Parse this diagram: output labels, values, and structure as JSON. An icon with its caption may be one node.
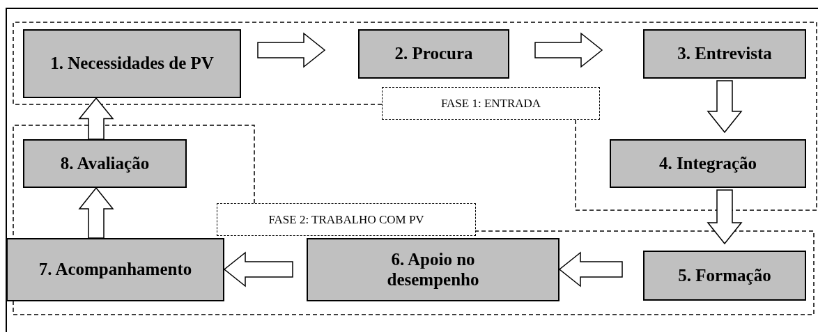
{
  "diagram": {
    "nodes": [
      {
        "text": [
          "1. Necessidades de PV"
        ]
      },
      {
        "text": [
          "2. Procura"
        ]
      },
      {
        "text": [
          "3. Entrevista"
        ]
      },
      {
        "text": [
          "4. Integração"
        ]
      },
      {
        "text": [
          "5. Formação"
        ]
      },
      {
        "text": [
          "6. Apoio no desempenho"
        ]
      },
      {
        "text": [
          "7. Acompanhamento"
        ]
      },
      {
        "text": [
          "8. Avaliação"
        ]
      },
      {
        "text": [
          "FASE 1: ENTRADA"
        ]
      },
      {
        "text": [
          "FASE 2: TRABALHO COM PV"
        ]
      }
    ],
    "edges": [
      {
        "from": 0,
        "to": 1,
        "arrow": "to"
      },
      {
        "from": 1,
        "to": 2,
        "arrow": "to"
      },
      {
        "from": 2,
        "to": 3,
        "arrow": "to"
      },
      {
        "from": 3,
        "to": 4,
        "arrow": "to"
      },
      {
        "from": 4,
        "to": 5,
        "arrow": "to"
      },
      {
        "from": 5,
        "to": 6,
        "arrow": "to"
      },
      {
        "from": 6,
        "to": 7,
        "arrow": "to"
      },
      {
        "from": 7,
        "to": 0,
        "arrow": "to"
      }
    ]
  }
}
